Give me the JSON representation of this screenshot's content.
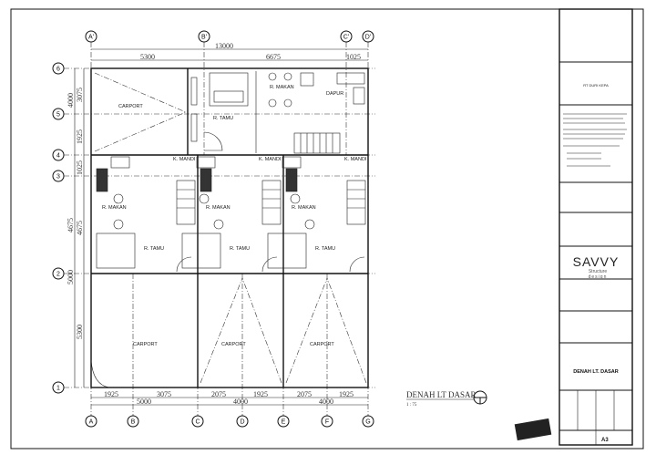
{
  "grid": {
    "top_axes": [
      "A'",
      "B'",
      "C'",
      "D'"
    ],
    "bottom_axes": [
      "A",
      "B",
      "C",
      "D",
      "E",
      "F",
      "G"
    ],
    "row_axes": [
      "6",
      "5",
      "4",
      "3",
      "2",
      "1"
    ]
  },
  "dimensions": {
    "top_total": "13000",
    "top_segments": [
      "5300",
      "6675",
      "1025"
    ],
    "left_outer": [
      "4000",
      "4675",
      "5000"
    ],
    "left_inner": [
      "3075",
      "1925",
      "1025",
      "4675",
      "5300"
    ],
    "bottom_segments": [
      "1925",
      "3075",
      "2075",
      "1925",
      "2075",
      "1925"
    ],
    "bottom_totals": [
      "5000",
      "4000",
      "4000"
    ]
  },
  "rooms": {
    "carport": "CARPORT",
    "tamu": "R. TAMU",
    "makan": "R. MAKAN",
    "dapur": "DAPUR",
    "mandi": "K. MANDI"
  },
  "drawing_title": {
    "title": "DENAH LT DASAR",
    "scale": "1 : 75"
  },
  "title_block": {
    "project": "RT DURI KEPA",
    "logo_main": "SAVVY",
    "logo_sub1": "Structure",
    "logo_sub2": "design",
    "sheet_title": "DENAH LT. DASAR",
    "sheet_size": "A3"
  }
}
